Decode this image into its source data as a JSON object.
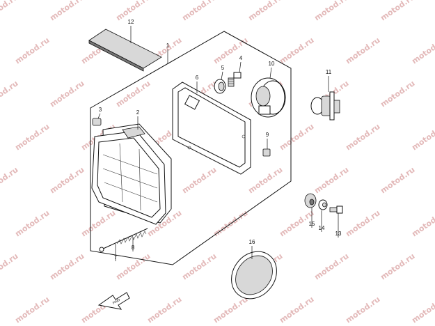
{
  "watermark": {
    "text": "motod.ru",
    "color": "#e3b9b9"
  },
  "direction_arrow": {
    "label": "FWD"
  },
  "parts": [
    {
      "id": "p1",
      "number": "1"
    },
    {
      "id": "p2",
      "number": "2"
    },
    {
      "id": "p3",
      "number": "3"
    },
    {
      "id": "p4",
      "number": "4"
    },
    {
      "id": "p5",
      "number": "5"
    },
    {
      "id": "p6",
      "number": "6"
    },
    {
      "id": "p7",
      "number": "7"
    },
    {
      "id": "p8",
      "number": "8"
    },
    {
      "id": "p9",
      "number": "9"
    },
    {
      "id": "p10",
      "number": "10"
    },
    {
      "id": "p11",
      "number": "11"
    },
    {
      "id": "p12",
      "number": "12"
    },
    {
      "id": "p13",
      "number": "13"
    },
    {
      "id": "p14",
      "number": "14"
    },
    {
      "id": "p15",
      "number": "15"
    },
    {
      "id": "p16",
      "number": "16"
    }
  ]
}
